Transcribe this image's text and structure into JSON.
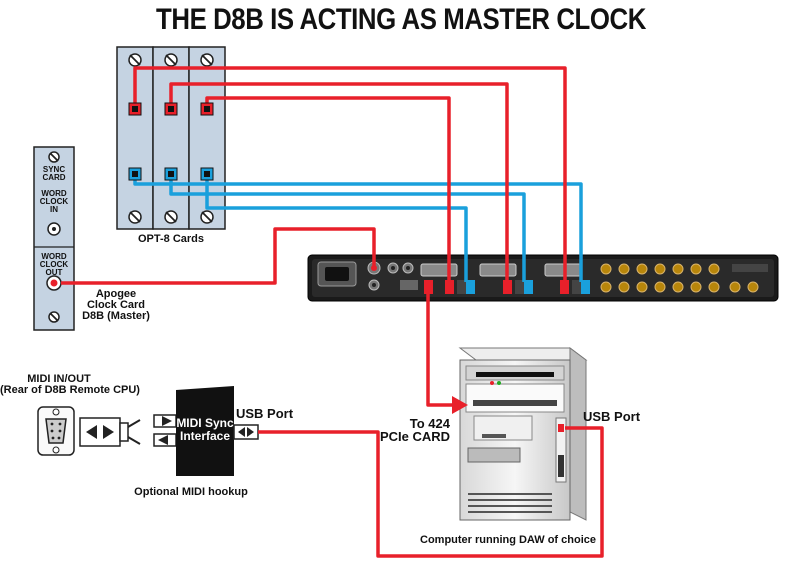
{
  "title": "THE D8B IS ACTING AS MASTER CLOCK",
  "labels": {
    "opt8_cards": "OPT-8 Cards",
    "sync_card": [
      "SYNC",
      "CARD"
    ],
    "word_clock_in": [
      "WORD",
      "CLOCK",
      "IN"
    ],
    "word_clock_out": [
      "WORD",
      "CLOCK",
      "OUT"
    ],
    "apogee_clock_card": [
      "Apogee",
      "Clock Card",
      "D8B (Master)"
    ],
    "midi_in_out": [
      "MIDI IN/OUT",
      "(Rear of D8B Remote CPU)"
    ],
    "midi_sync_interface": [
      "MIDI Sync",
      "Interface"
    ],
    "usb_port_left": "USB Port",
    "usb_port_right": "USB Port",
    "optional_midi": "Optional MIDI hookup",
    "to_424": [
      "To 424",
      "PCIe CARD"
    ],
    "computer_caption": "Computer running DAW of choice"
  },
  "colors": {
    "red_cable": "#e8202a",
    "blue_cable": "#1aa0dc",
    "card_fill": "#c5d3e2",
    "panel_dark": "#1a1a1a"
  }
}
